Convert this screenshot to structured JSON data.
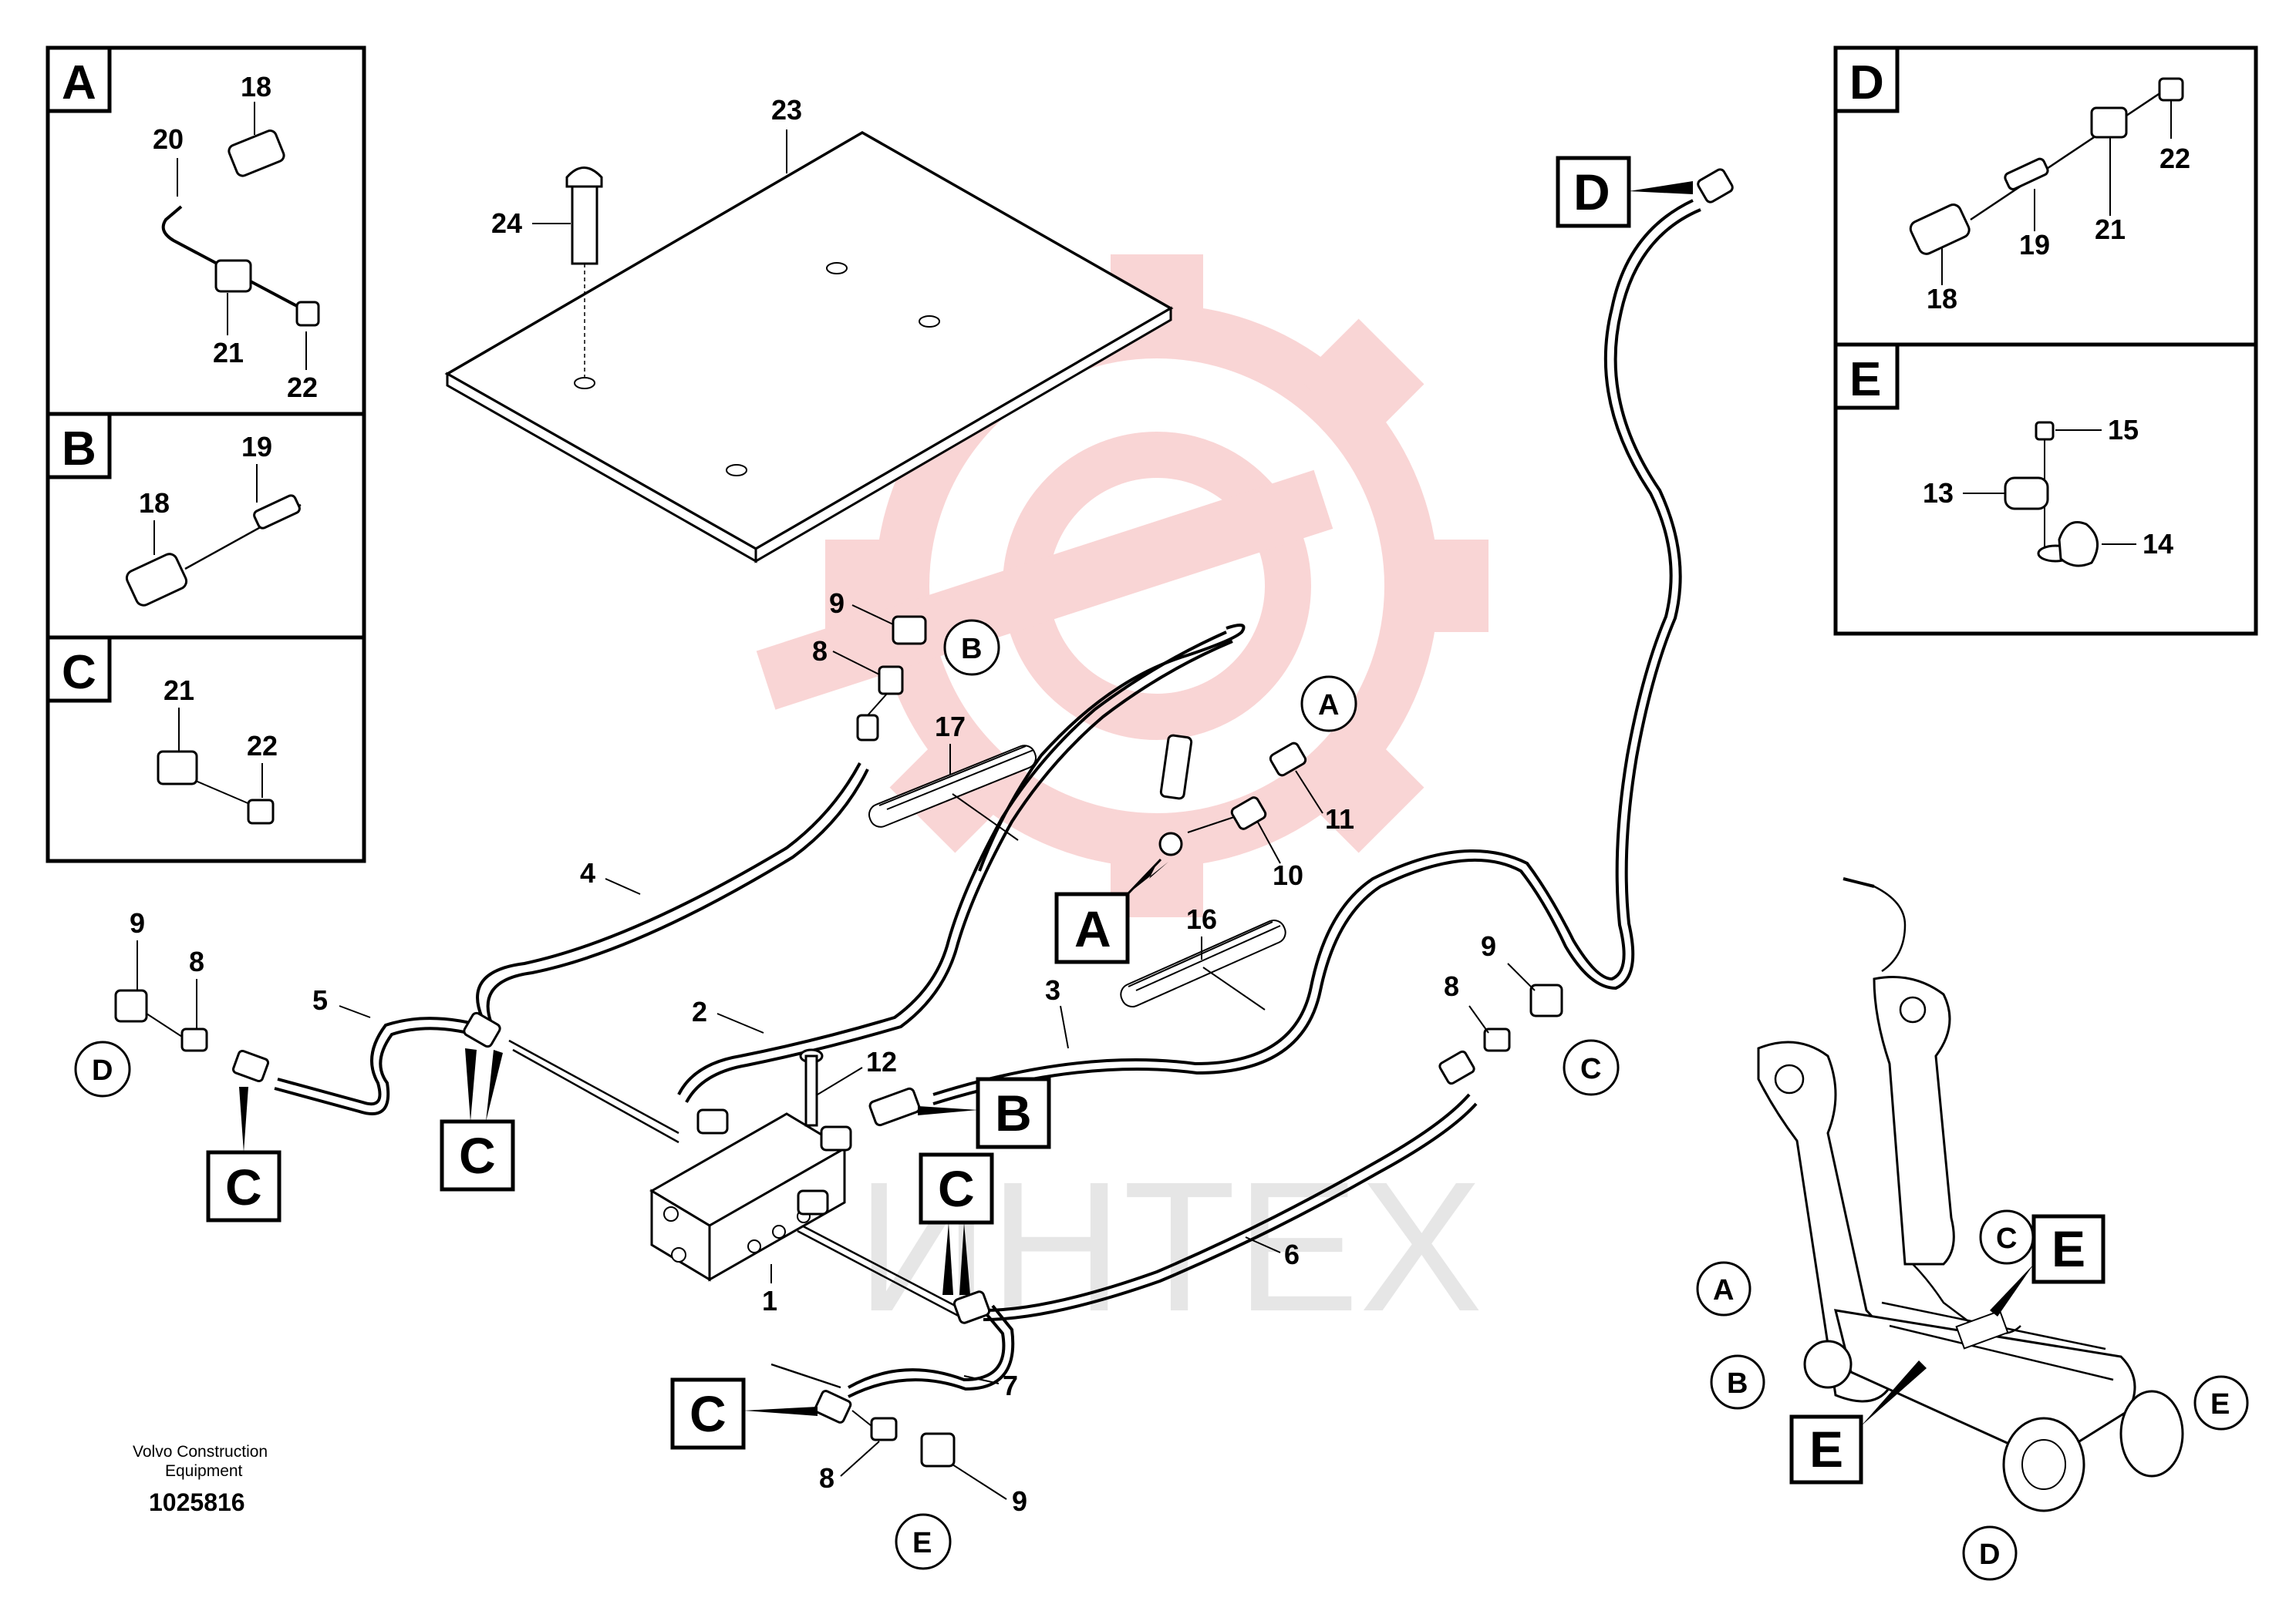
{
  "watermark": {
    "text": "ИНТЕХ",
    "gear_color": "#f4b6b6"
  },
  "footer": {
    "company_line1": "Volvo Construction",
    "company_line2": "Equipment",
    "drawing_number": "1025816"
  },
  "insets": {
    "A": {
      "letter": "A",
      "labels": [
        "18",
        "20",
        "21",
        "22"
      ]
    },
    "B": {
      "letter": "B",
      "labels": [
        "19",
        "18"
      ]
    },
    "C": {
      "letter": "C",
      "labels": [
        "21",
        "22"
      ]
    },
    "D": {
      "letter": "D",
      "labels": [
        "21",
        "22",
        "19",
        "18"
      ]
    },
    "E": {
      "letter": "E",
      "labels": [
        "15",
        "13",
        "14"
      ]
    }
  },
  "callouts": {
    "n1": "1",
    "n2": "2",
    "n3": "3",
    "n4": "4",
    "n5": "5",
    "n6": "6",
    "n7": "7",
    "n8a": "8",
    "n8b": "8",
    "n8c": "8",
    "n8d": "8",
    "n9a": "9",
    "n9b": "9",
    "n9c": "9",
    "n9d": "9",
    "n10": "10",
    "n11": "11",
    "n12": "12",
    "n16": "16",
    "n17": "17",
    "n23": "23",
    "n24": "24"
  },
  "box_tags": {
    "A_main": "A",
    "B_main": "B",
    "C_left": "C",
    "C_mid": "C",
    "C_center": "C",
    "C_bottom": "C",
    "D_top": "D",
    "E_mini_top": "E",
    "E_mini_bottom": "E"
  },
  "circle_tags": {
    "B_top": "B",
    "A_top": "A",
    "D_left": "D",
    "C_right": "C",
    "E_bottom": "E",
    "A_mini": "A",
    "B_mini": "B",
    "C_mini": "C",
    "D_mini": "D",
    "E_mini": "E"
  }
}
